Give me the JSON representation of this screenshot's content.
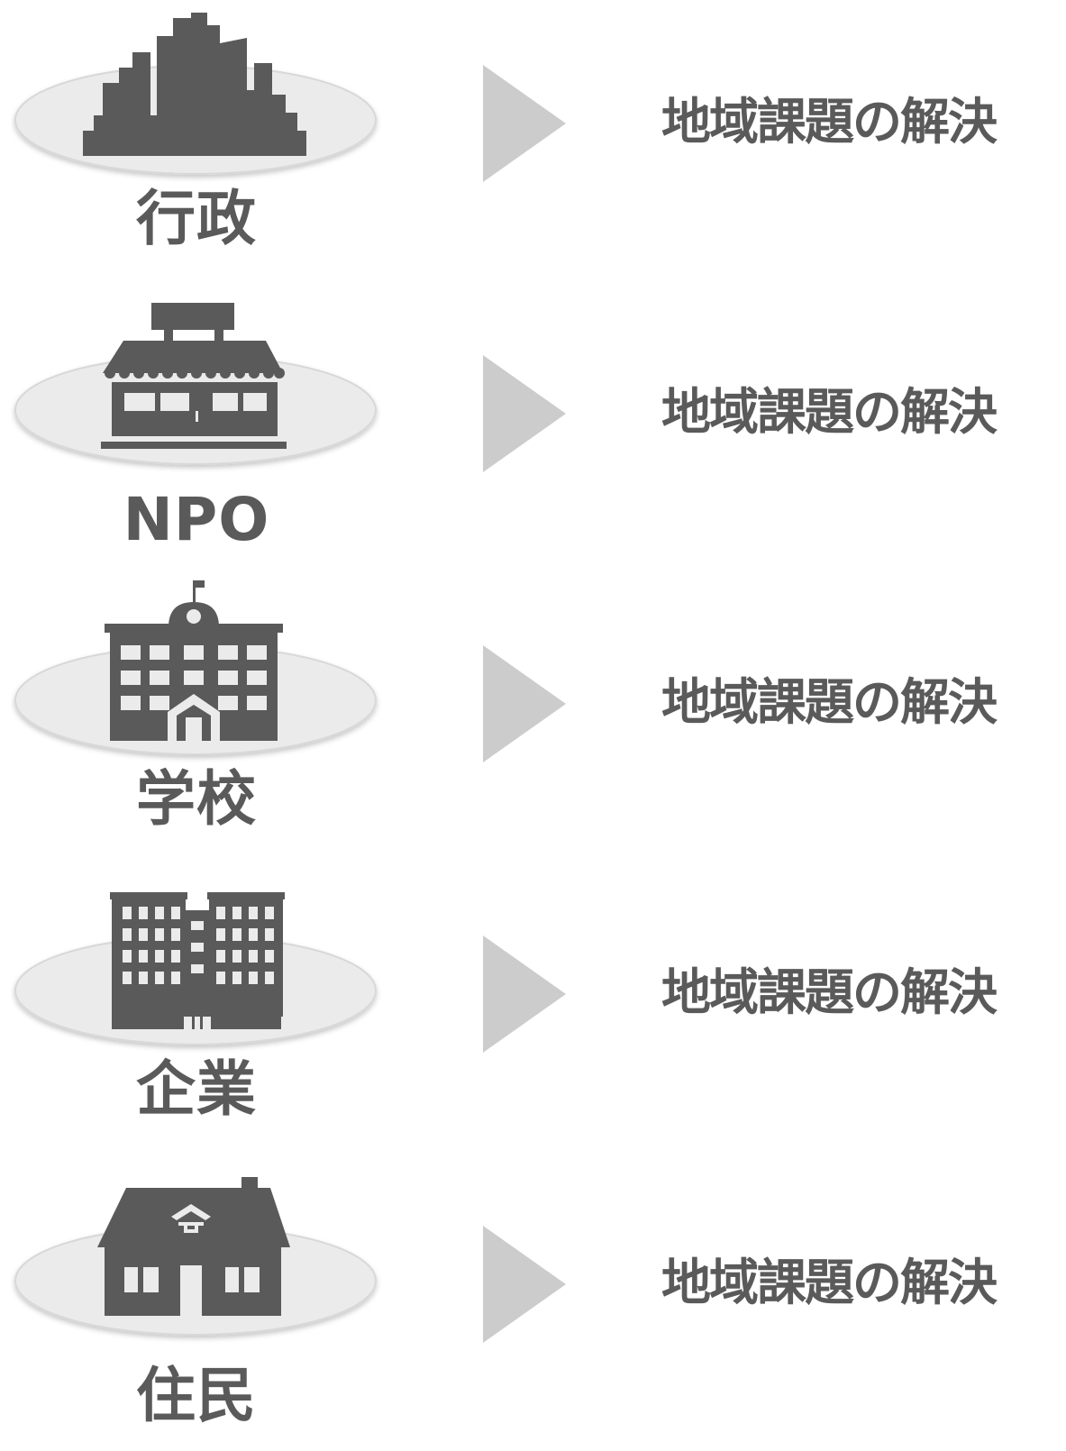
{
  "rows": [
    {
      "actor": "行政",
      "icon": "city-skyline-icon",
      "outcome": "地域課題の解決"
    },
    {
      "actor": "NPO",
      "icon": "storefront-icon",
      "outcome": "地域課題の解決"
    },
    {
      "actor": "学校",
      "icon": "school-building-icon",
      "outcome": "地域課題の解決"
    },
    {
      "actor": "企業",
      "icon": "office-building-icon",
      "outcome": "地域課題の解決"
    },
    {
      "actor": "住民",
      "icon": "house-icon",
      "outcome": "地域課題の解決"
    }
  ],
  "colors": {
    "icon": "#5a5a5a",
    "text": "#5a5a5a",
    "arrow": "#cccccc",
    "ellipse_fill": "#ebebeb",
    "ellipse_stroke": "#d8d8d8"
  }
}
